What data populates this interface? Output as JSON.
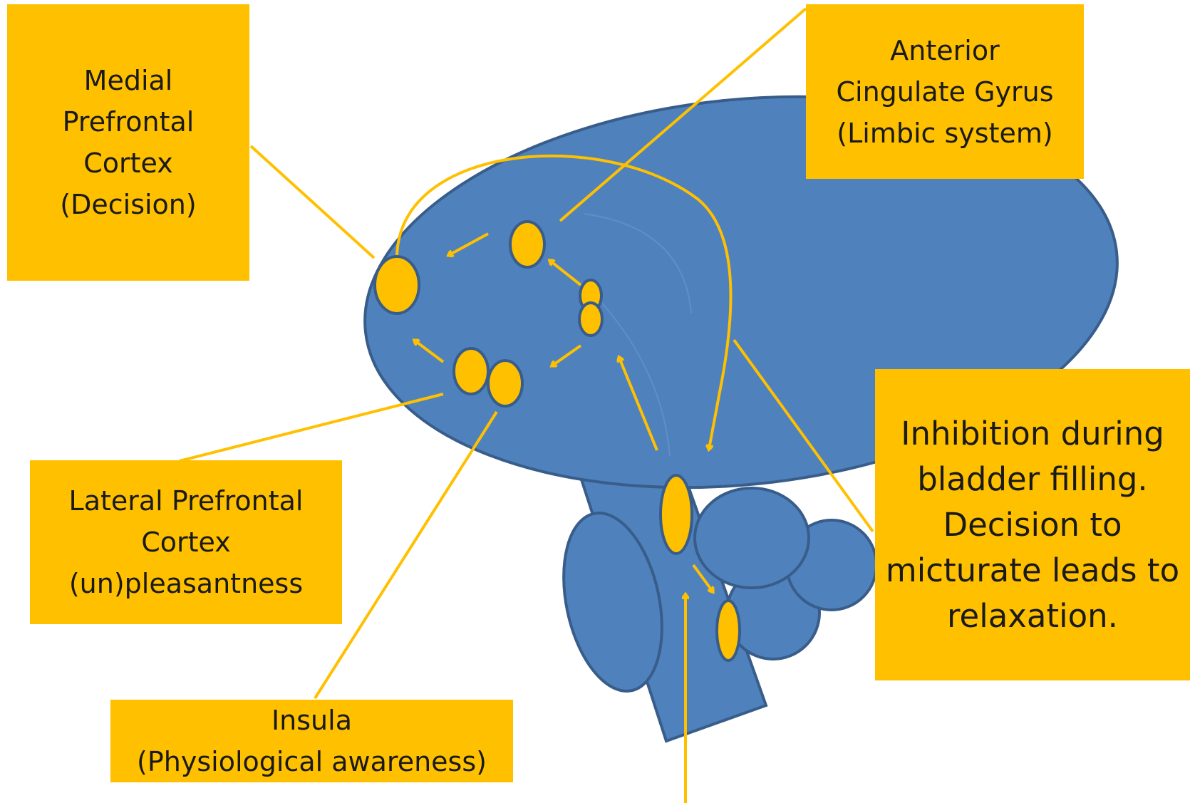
{
  "colors": {
    "brain": "#4F81BD",
    "brain_outline": "#385D8A",
    "label_fill": "#FFC000",
    "connector": "#FFC000",
    "node_fill": "#FFC000"
  },
  "labels": {
    "medial_prefrontal_cortex": "Medial\nPrefrontal\nCortex\n(Decision)",
    "anterior_cingulate_gyrus": "Anterior\nCingulate Gyrus\n(Limbic system)",
    "inhibition_note": "Inhibition during\nbladder filling.\nDecision to\nmicturate leads to\nrelaxation.",
    "lateral_prefrontal_cortex": "Lateral Prefrontal\nCortex\n(un)pleasantness",
    "insula": "Insula\n(Physiological awareness)"
  }
}
